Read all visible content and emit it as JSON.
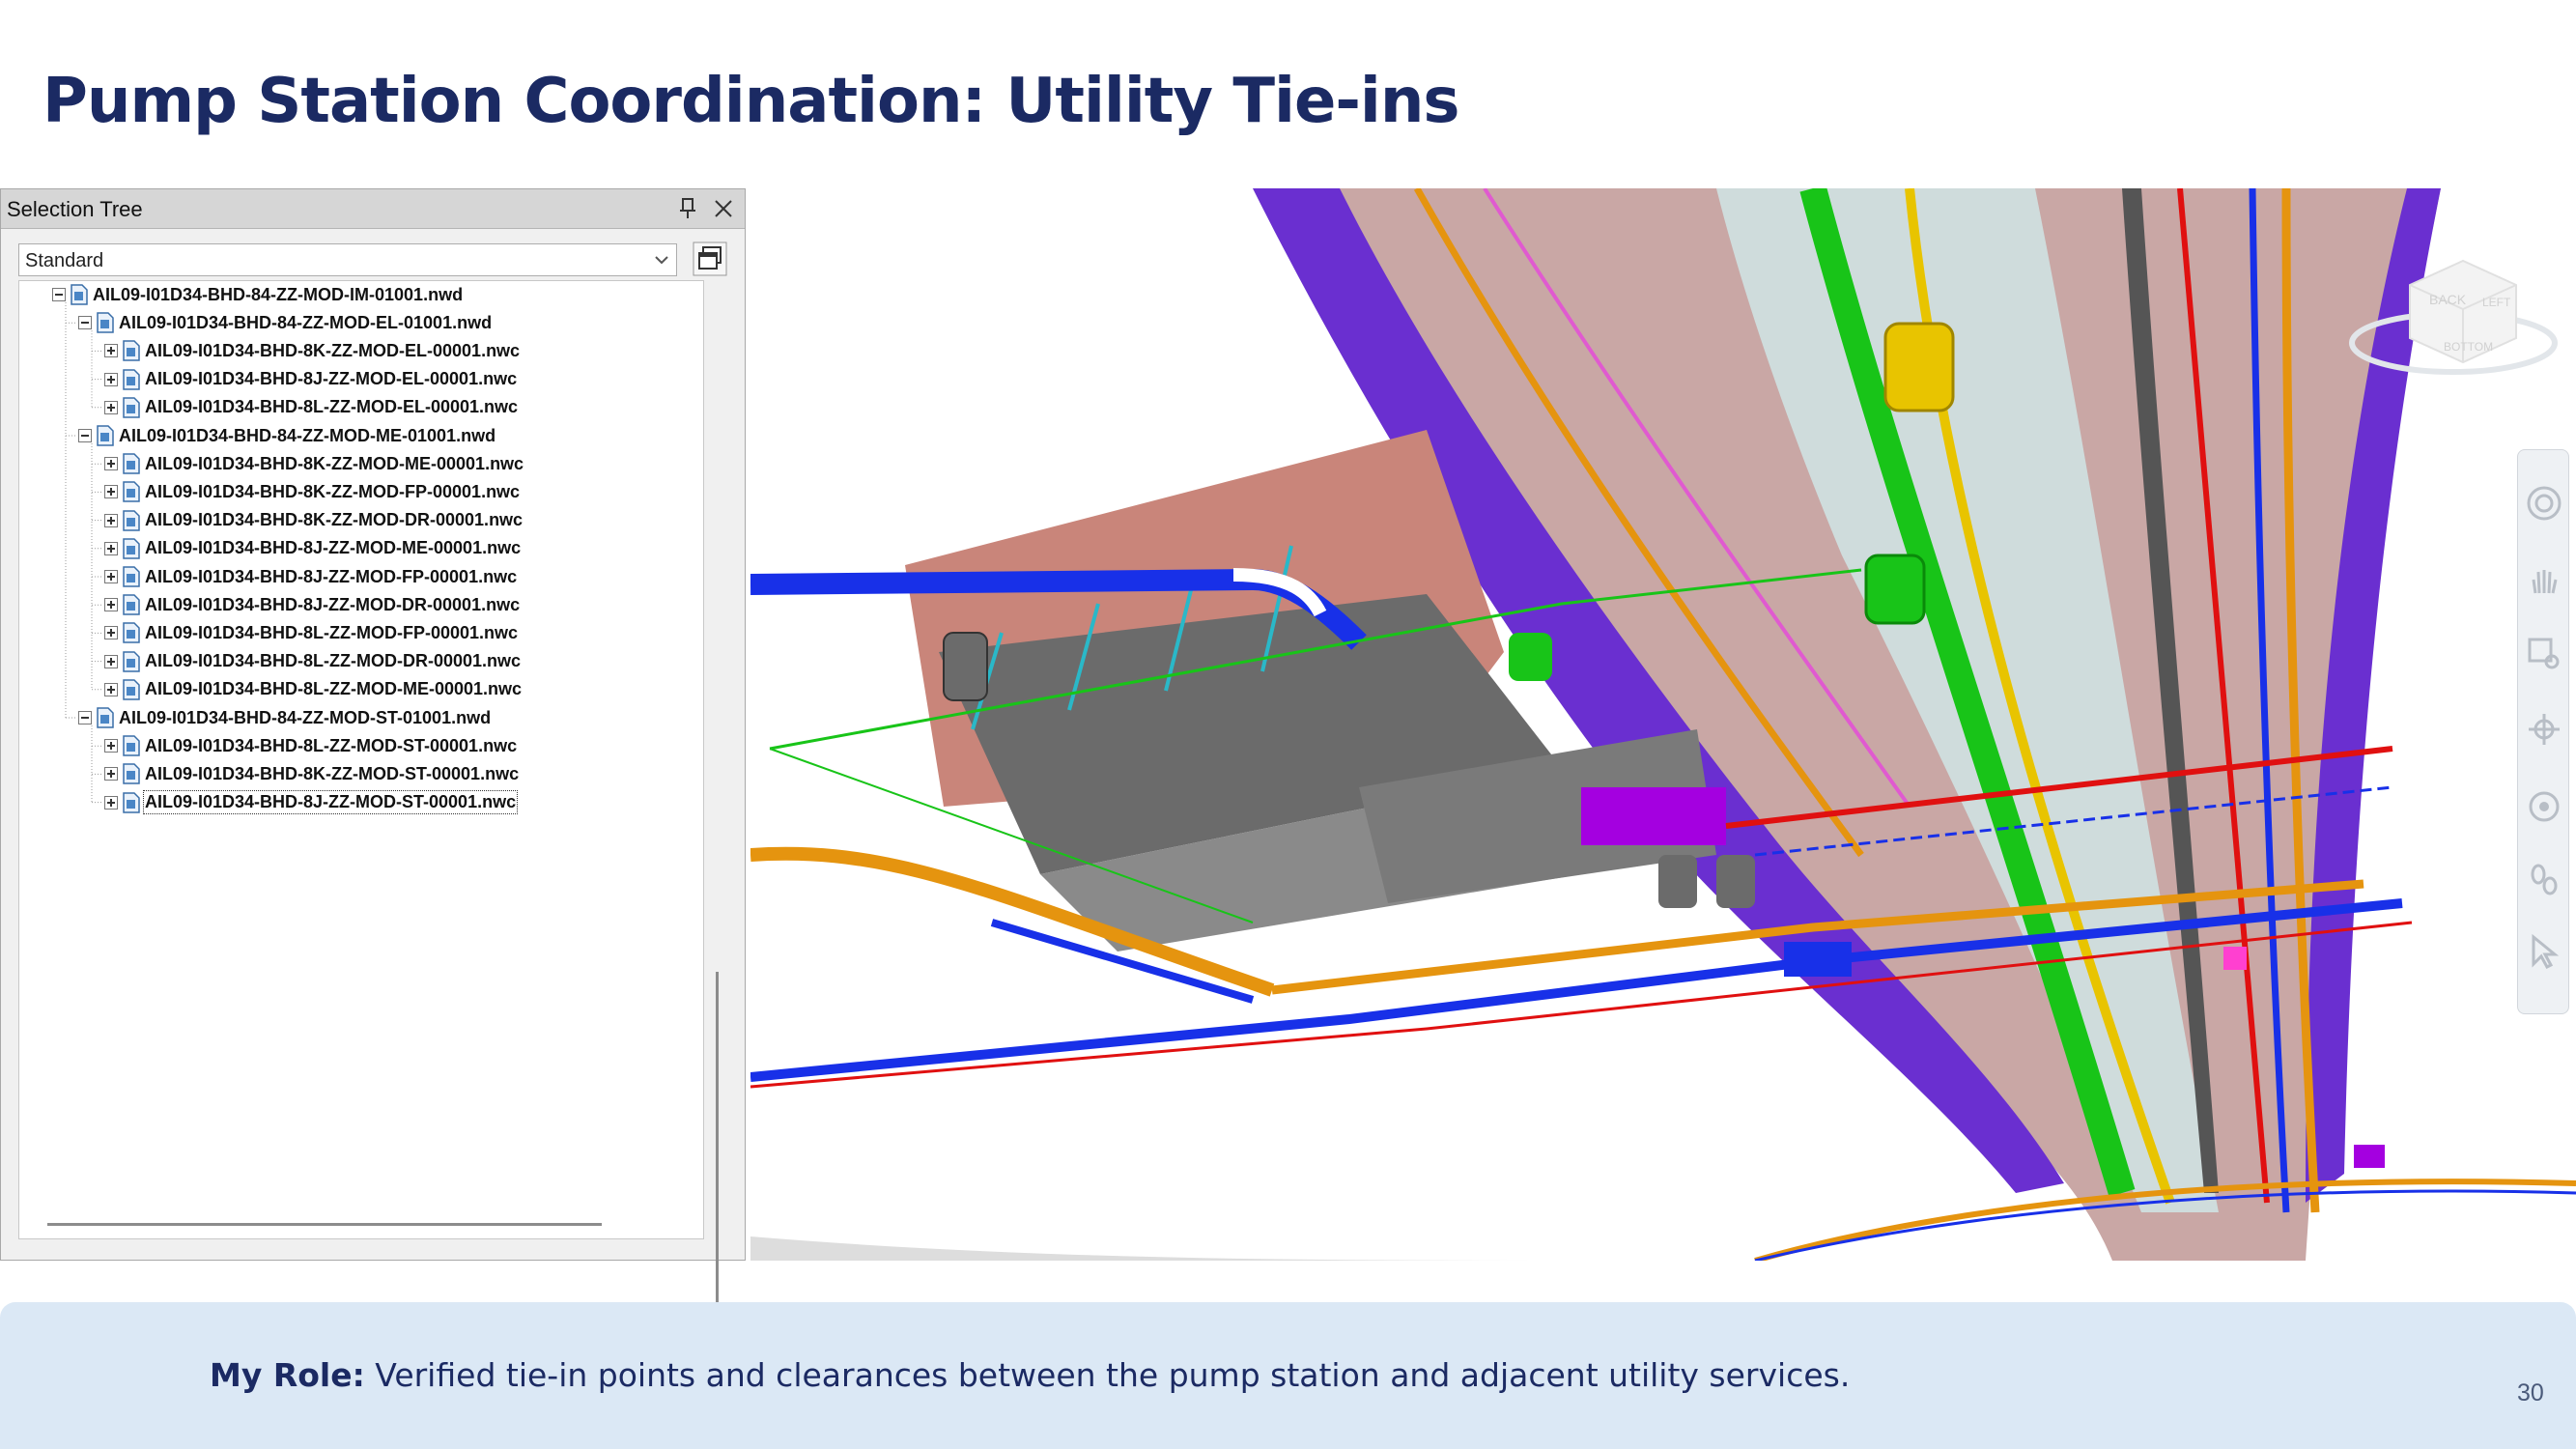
{
  "slide": {
    "title": "Pump Station Coordination: Utility Tie-ins",
    "page_number": "30"
  },
  "selection_tree": {
    "panel_title": "Selection Tree",
    "mode": "Standard",
    "icons": {
      "pin": "pin-icon",
      "close": "close-icon",
      "dropdown": "chevron-down-icon",
      "sets": "selection-sets-icon",
      "file": "model-file-icon"
    },
    "items": [
      {
        "label": "AIL09-I01D34-BHD-84-ZZ-MOD-IM-01001.nwd",
        "level": 0,
        "state": "expanded"
      },
      {
        "label": "AIL09-I01D34-BHD-84-ZZ-MOD-EL-01001.nwd",
        "level": 1,
        "state": "expanded"
      },
      {
        "label": "AIL09-I01D34-BHD-8K-ZZ-MOD-EL-00001.nwc",
        "level": 2,
        "state": "collapsed"
      },
      {
        "label": "AIL09-I01D34-BHD-8J-ZZ-MOD-EL-00001.nwc",
        "level": 2,
        "state": "collapsed"
      },
      {
        "label": "AIL09-I01D34-BHD-8L-ZZ-MOD-EL-00001.nwc",
        "level": 2,
        "state": "collapsed"
      },
      {
        "label": "AIL09-I01D34-BHD-84-ZZ-MOD-ME-01001.nwd",
        "level": 1,
        "state": "expanded"
      },
      {
        "label": "AIL09-I01D34-BHD-8K-ZZ-MOD-ME-00001.nwc",
        "level": 2,
        "state": "collapsed"
      },
      {
        "label": "AIL09-I01D34-BHD-8K-ZZ-MOD-FP-00001.nwc",
        "level": 2,
        "state": "collapsed"
      },
      {
        "label": "AIL09-I01D34-BHD-8K-ZZ-MOD-DR-00001.nwc",
        "level": 2,
        "state": "collapsed"
      },
      {
        "label": "AIL09-I01D34-BHD-8J-ZZ-MOD-ME-00001.nwc",
        "level": 2,
        "state": "collapsed"
      },
      {
        "label": "AIL09-I01D34-BHD-8J-ZZ-MOD-FP-00001.nwc",
        "level": 2,
        "state": "collapsed"
      },
      {
        "label": "AIL09-I01D34-BHD-8J-ZZ-MOD-DR-00001.nwc",
        "level": 2,
        "state": "collapsed"
      },
      {
        "label": "AIL09-I01D34-BHD-8L-ZZ-MOD-FP-00001.nwc",
        "level": 2,
        "state": "collapsed"
      },
      {
        "label": "AIL09-I01D34-BHD-8L-ZZ-MOD-DR-00001.nwc",
        "level": 2,
        "state": "collapsed"
      },
      {
        "label": "AIL09-I01D34-BHD-8L-ZZ-MOD-ME-00001.nwc",
        "level": 2,
        "state": "collapsed"
      },
      {
        "label": "AIL09-I01D34-BHD-84-ZZ-MOD-ST-01001.nwd",
        "level": 1,
        "state": "expanded"
      },
      {
        "label": "AIL09-I01D34-BHD-8L-ZZ-MOD-ST-00001.nwc",
        "level": 2,
        "state": "collapsed"
      },
      {
        "label": "AIL09-I01D34-BHD-8K-ZZ-MOD-ST-00001.nwc",
        "level": 2,
        "state": "collapsed"
      },
      {
        "label": "AIL09-I01D34-BHD-8J-ZZ-MOD-ST-00001.nwc",
        "level": 2,
        "state": "collapsed",
        "selected": true
      }
    ]
  },
  "viewport": {
    "viewcube_faces": [
      "BACK",
      "LEFT",
      "BOTTOM"
    ],
    "nav_tools": [
      "steering-wheel-icon",
      "pan-hand-icon",
      "zoom-window-icon",
      "orbit-icon",
      "look-icon",
      "walk-icon",
      "select-arrow-icon"
    ],
    "colors": {
      "concrete": "#c9a7a5",
      "tunnel_inner": "#cfdcdc",
      "purple": "#6a2fd0",
      "green": "#18c418",
      "yellow": "#e8c400",
      "blue": "#1830e8",
      "orange": "#e5940f",
      "red": "#e01010",
      "grey_structure": "#6b6b6b"
    }
  },
  "role": {
    "label": "My Role:",
    "text": " Verified tie-in points and clearances between the pump station and adjacent utility services."
  },
  "colors": {
    "title": "#1b2a63",
    "banner_bg": "#dbe8f5"
  }
}
